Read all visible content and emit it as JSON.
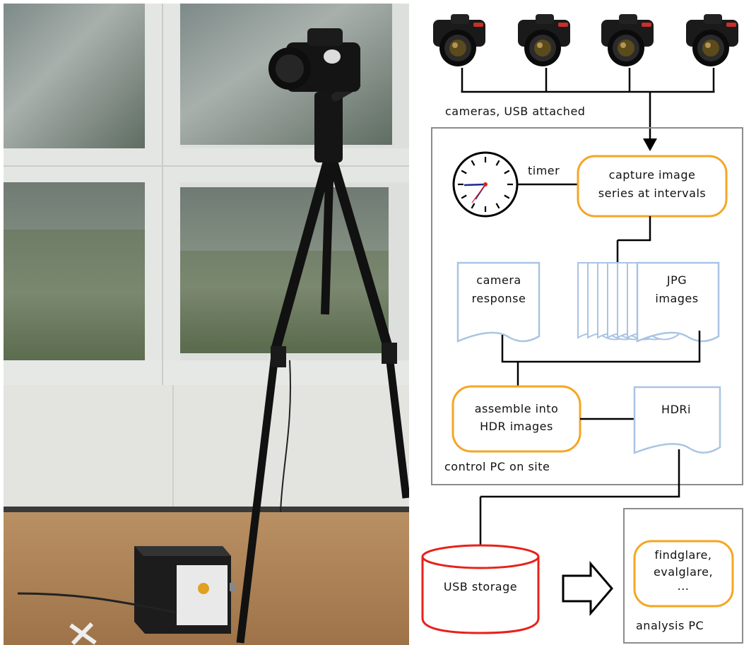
{
  "diagram": {
    "cameras_label": "cameras, USB attached",
    "timer_label": "timer",
    "capture_box": [
      "capture image",
      "series at intervals"
    ],
    "camera_response_doc": [
      "camera",
      "response"
    ],
    "jpg_doc": [
      "JPG",
      "images"
    ],
    "assemble_box": [
      "assemble into",
      "HDR images"
    ],
    "hdri_doc": "HDRi",
    "control_pc_label": "control PC on site",
    "usb_storage_label": "USB storage",
    "analysis_box": [
      "findglare,",
      "evalglare,",
      "..."
    ],
    "analysis_pc_label": "analysis PC"
  },
  "colors": {
    "process_outline": "#f5a623",
    "document_outline": "#a9c4e4",
    "storage_outline": "#e8211a",
    "frame_outline": "#8c8c8c",
    "connector": "#000000"
  },
  "icons": [
    "camera-icon",
    "clock-icon",
    "hollow-arrow-icon"
  ]
}
